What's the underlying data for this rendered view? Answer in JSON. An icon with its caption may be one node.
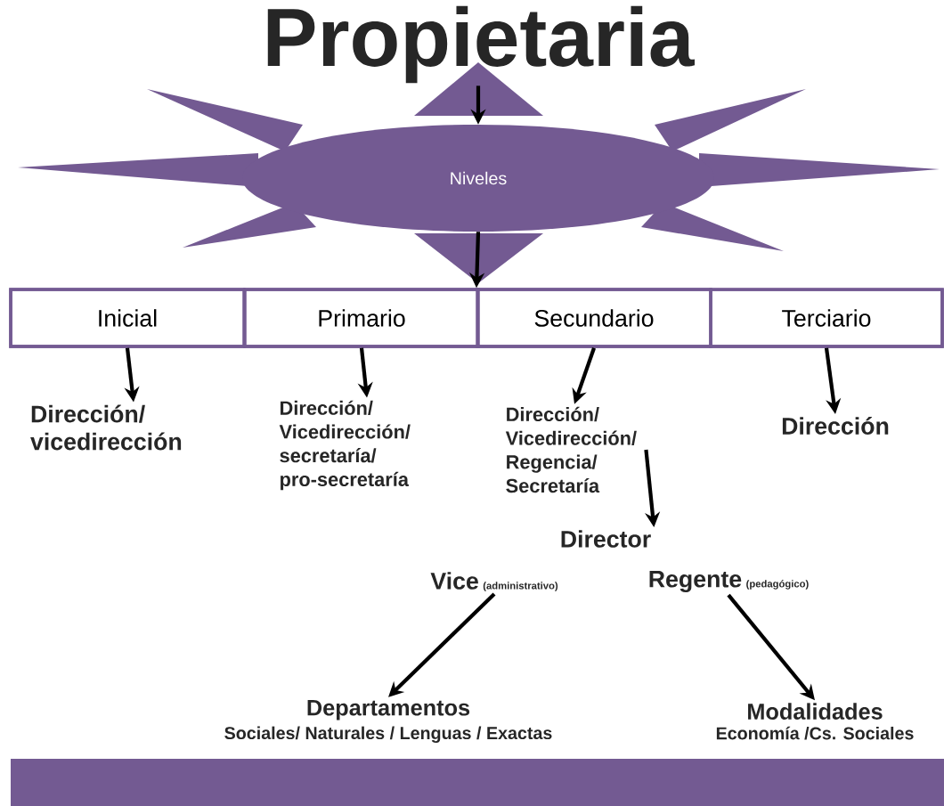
{
  "diagram": {
    "nodes": [
      {
        "text": [
          "Propietaria"
        ]
      },
      {
        "text": [
          "Niveles"
        ]
      },
      {
        "text": [],
        "shape": "box"
      },
      {
        "text": [
          "Inicial"
        ],
        "in": 2
      },
      {
        "text": [
          "Primario"
        ],
        "in": 2
      },
      {
        "text": [
          "Secundario"
        ],
        "in": 2
      },
      {
        "text": [
          "Terciario"
        ],
        "in": 2
      },
      {
        "text": [
          "Dirección/ vicedirección"
        ]
      },
      {
        "text": [
          "Dirección/ Vicedirección/ secretaría/ pro-secretaría"
        ]
      },
      {
        "text": [
          "Dirección/ Vicedirección/ Regencia/ Secretaría"
        ]
      },
      {
        "text": [
          "Dirección"
        ]
      },
      {
        "text": [
          "Director"
        ]
      },
      {
        "text": [
          "Vice",
          "(administrativo)"
        ]
      },
      {
        "text": [
          "Regente",
          "(pedagógico)"
        ]
      },
      {
        "text": [
          "Departamentos",
          "Sociales/ Naturales / Lenguas / Exactas"
        ]
      },
      {
        "text": [
          "Modalidades",
          "Economía /Cs. Sociales"
        ]
      }
    ],
    "edges": [
      {
        "from": 0,
        "to": 1,
        "arrow": "to"
      },
      {
        "from": 1,
        "to": 2,
        "arrow": "to"
      },
      {
        "from": 3,
        "to": 7,
        "arrow": "to"
      },
      {
        "from": 4,
        "to": 8,
        "arrow": "to"
      },
      {
        "from": 5,
        "to": 9,
        "arrow": "to"
      },
      {
        "from": 6,
        "to": 10,
        "arrow": "to"
      },
      {
        "from": 9,
        "to": 11,
        "arrow": "to"
      },
      {
        "from": 12,
        "to": 14,
        "arrow": "to"
      },
      {
        "from": 13,
        "to": 15,
        "arrow": "to"
      }
    ]
  }
}
